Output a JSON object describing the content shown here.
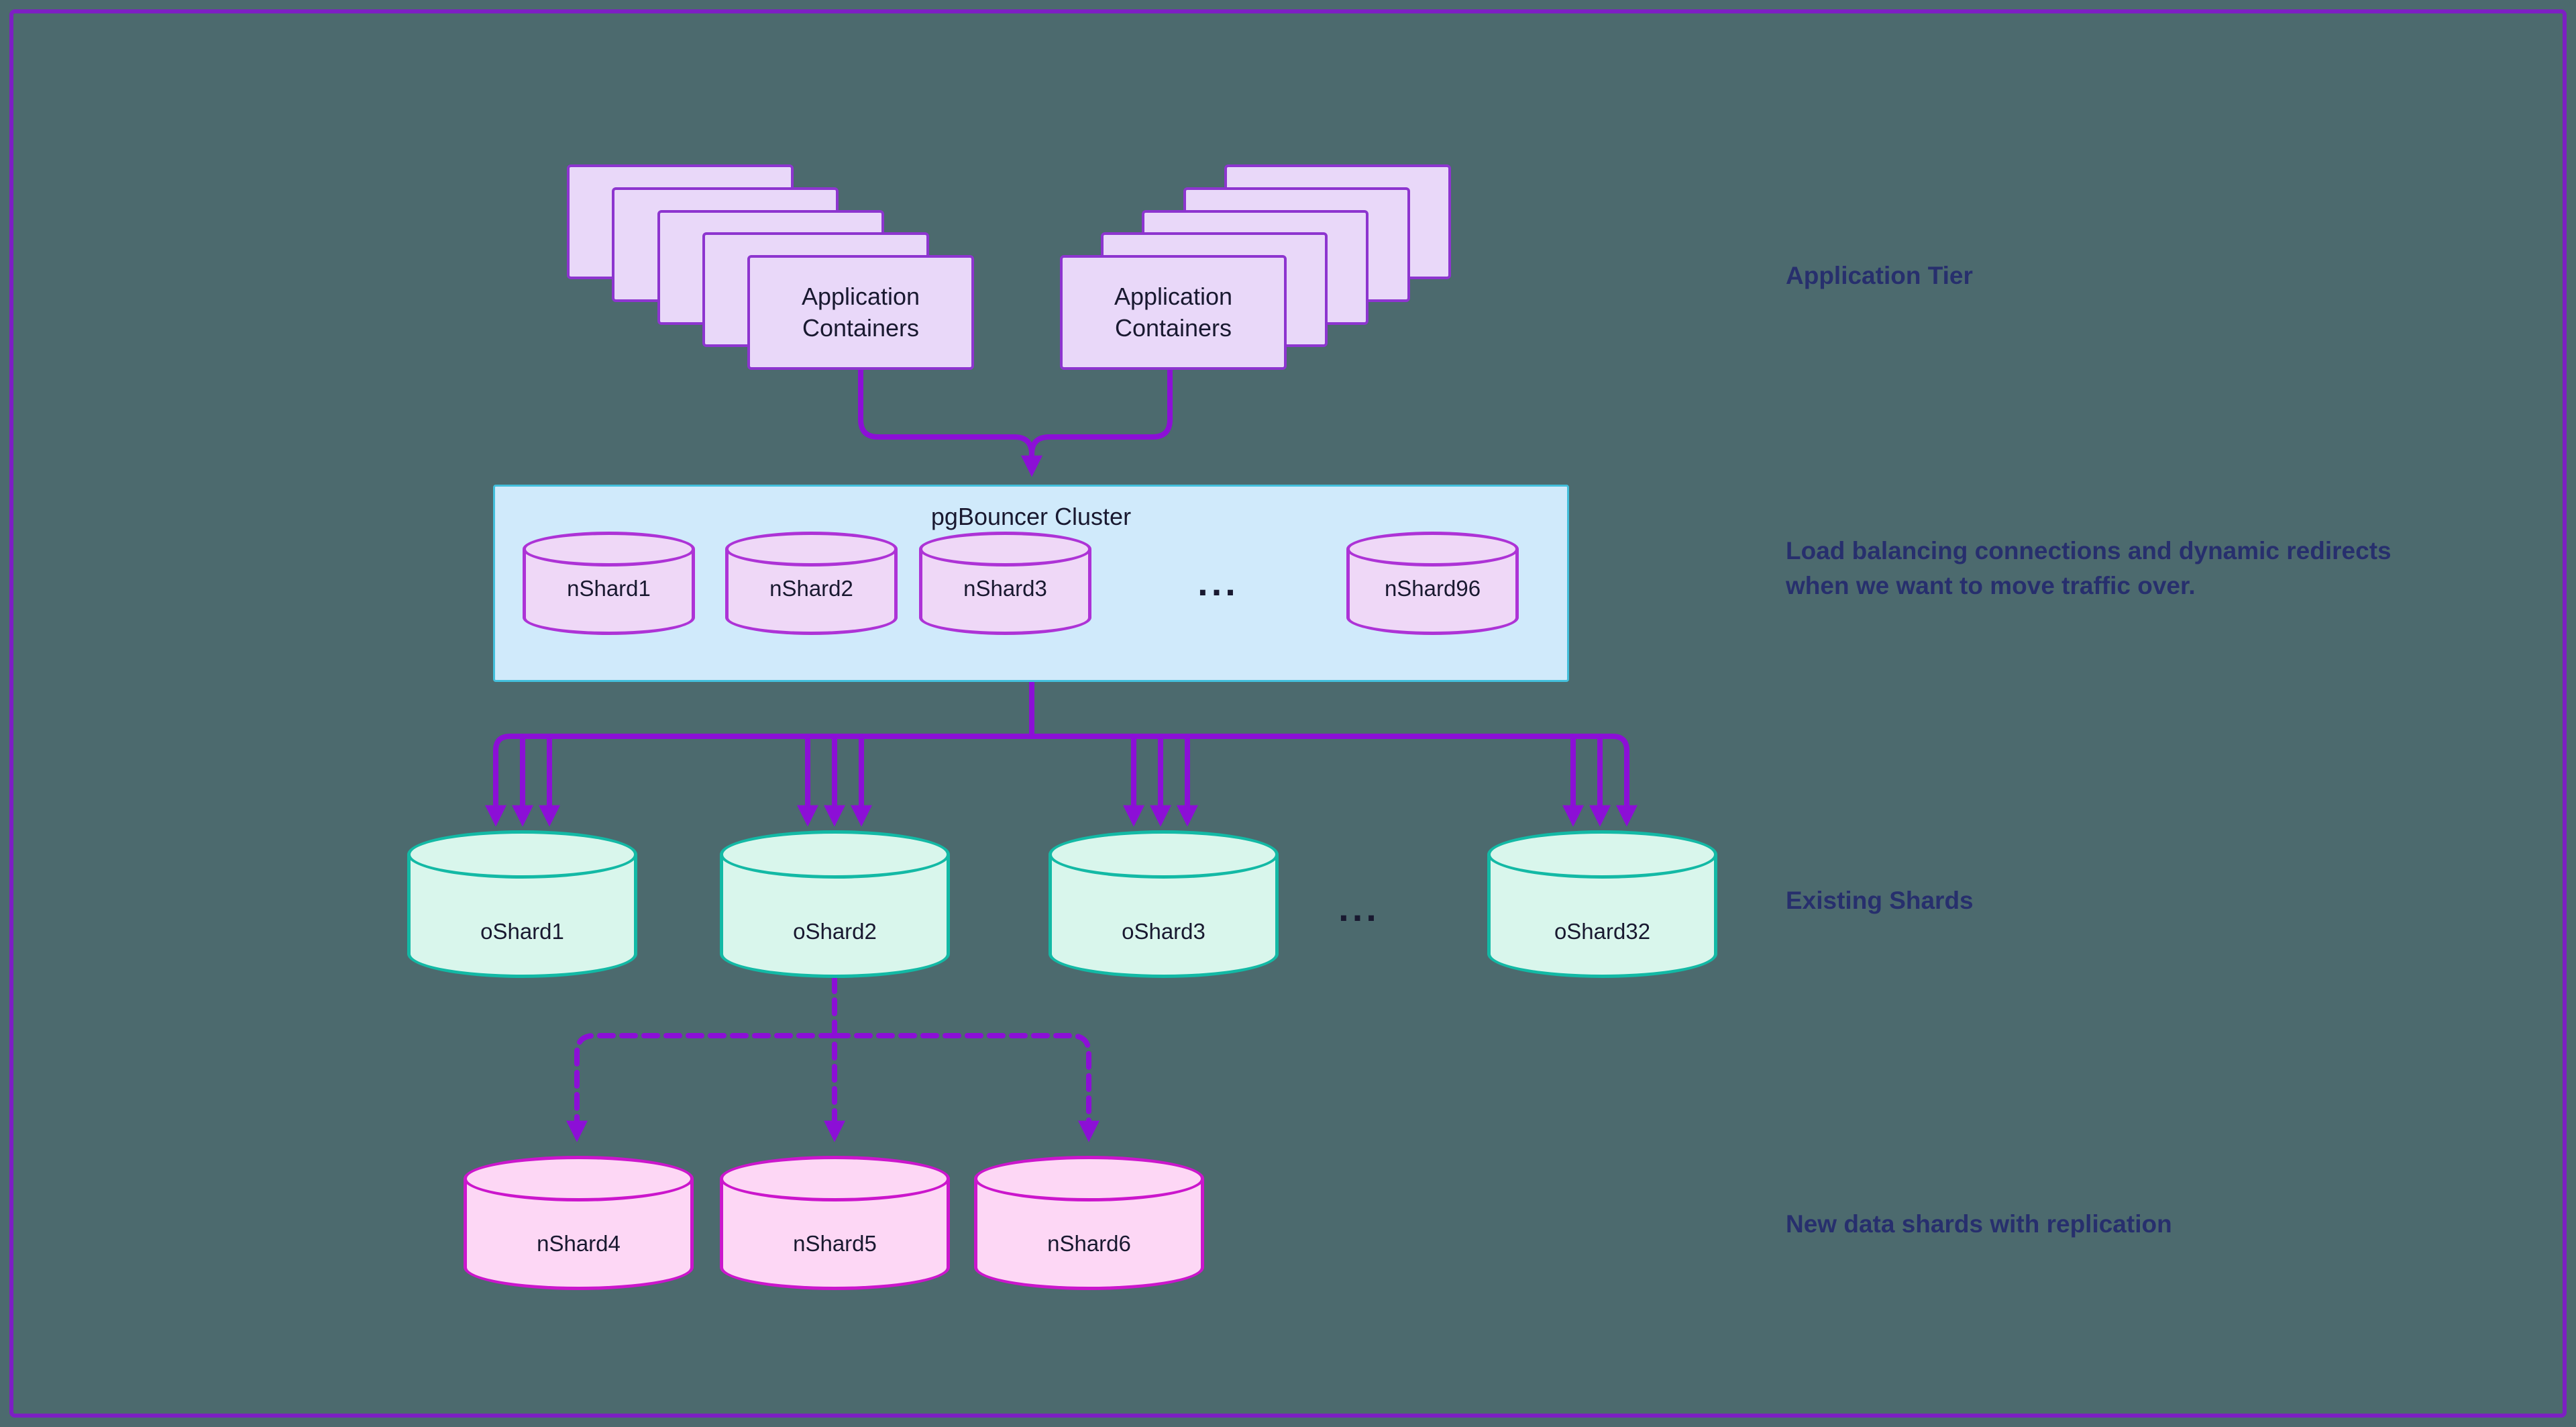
{
  "annotations": {
    "application_tier": "Application Tier",
    "load_balancing": "Load balancing connections and dynamic redirects when we want to move traffic over.",
    "existing_shards": "Existing Shards",
    "new_shards": "New data shards with replication"
  },
  "app_tier": {
    "left_stack_label": "Application Containers",
    "right_stack_label": "Application Containers"
  },
  "pgbouncer": {
    "title": "pgBouncer Cluster",
    "shards": [
      {
        "label": "nShard1"
      },
      {
        "label": "nShard2"
      },
      {
        "label": "nShard3"
      },
      {
        "label": "nShard96"
      }
    ],
    "ellipsis": "..."
  },
  "existing_shards": {
    "items": [
      {
        "label": "oShard1"
      },
      {
        "label": "oShard2"
      },
      {
        "label": "oShard3"
      },
      {
        "label": "oShard32"
      }
    ],
    "ellipsis": "..."
  },
  "new_shards": {
    "items": [
      {
        "label": "nShard4"
      },
      {
        "label": "nShard5"
      },
      {
        "label": "nShard6"
      }
    ]
  },
  "colors": {
    "background": "#4c6a6e",
    "border": "#7d1fc3",
    "arrow": "#8c0fd6",
    "app_box_fill": "#e9d8f9",
    "app_box_stroke": "#8d35cf",
    "pgbouncer_fill": "#d0eafb",
    "pgbouncer_stroke": "#43bfdb",
    "nshard_fill": "#efd8f7",
    "nshard_stroke": "#ad33d6",
    "oshard_fill": "#d9f6ec",
    "oshard_stroke": "#13b9a5",
    "newshard_fill": "#fdd7f5",
    "newshard_stroke": "#cb16cc",
    "label_text": "#272f6d",
    "shape_text": "#191930"
  }
}
